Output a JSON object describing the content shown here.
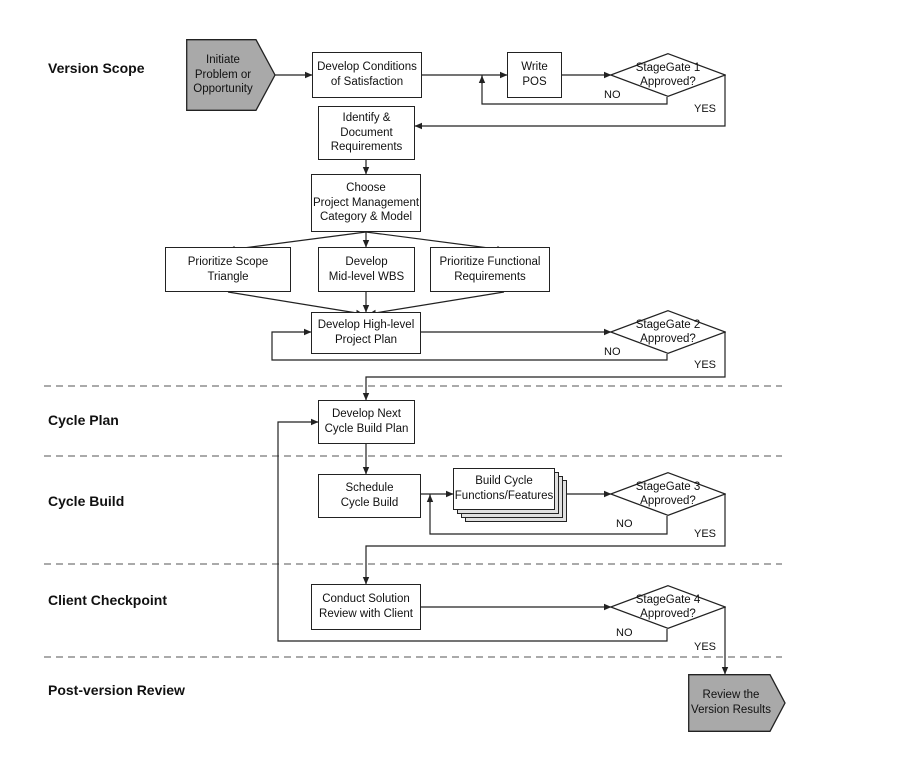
{
  "phases": {
    "version_scope": "Version Scope",
    "cycle_plan": "Cycle Plan",
    "cycle_build": "Cycle Build",
    "client_checkpoint": "Client Checkpoint",
    "post_version_review": "Post-version Review"
  },
  "nodes": {
    "initiate": "Initiate\nProblem or\nOpportunity",
    "conditions": "Develop Conditions\nof Satisfaction",
    "write_pos": "Write\nPOS",
    "stagegate_1": "StageGate 1\nApproved?",
    "identify_requirements": "Identify &\nDocument\nRequirements",
    "choose_model": "Choose\nProject Management\nCategory & Model",
    "prioritize_scope": "Prioritize Scope Triangle",
    "develop_wbs": "Develop\nMid-level WBS",
    "prioritize_functional": "Prioritize Functional\nRequirements",
    "high_level_plan": "Develop High-level\nProject Plan",
    "stagegate_2": "StageGate 2\nApproved?",
    "next_cycle_plan": "Develop Next\nCycle Build Plan",
    "schedule_build": "Schedule\nCycle Build",
    "build_features": "Build Cycle\nFunctions/Features",
    "stagegate_3": "StageGate 3\nApproved?",
    "solution_review": "Conduct Solution\nReview with Client",
    "stagegate_4": "StageGate 4\nApproved?",
    "review_results": "Review the\nVersion Results"
  },
  "edge_labels": {
    "no": "NO",
    "yes": "YES"
  },
  "colors": {
    "terminal_fill": "#a9a9a9",
    "stroke": "#222222",
    "separator": "#555555"
  }
}
